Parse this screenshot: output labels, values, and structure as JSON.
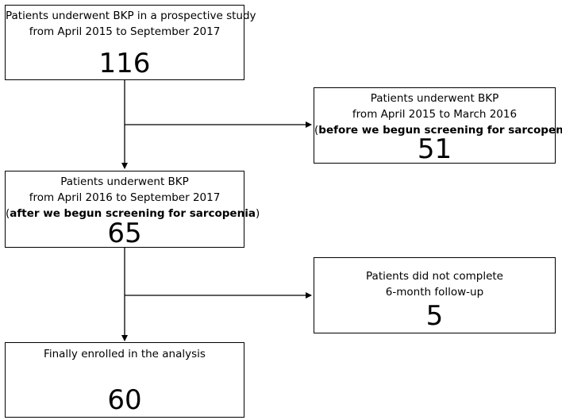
{
  "boxes": {
    "b1": {
      "line1": "Patients underwent BKP in a prospective study",
      "line2": "from April 2015 to September 2017",
      "count": "116"
    },
    "b2": {
      "line1": "Patients underwent BKP",
      "line2": "from April 2015 to March 2016",
      "paren_open": "(",
      "bold": "before we begun screening for sarcopenia",
      "paren_close": ")",
      "count": "51"
    },
    "b3": {
      "line1": "Patients underwent BKP",
      "line2": "from April 2016 to September 2017",
      "paren_open": "(",
      "bold": "after we begun screening for sarcopenia",
      "paren_close": ")",
      "count": "65"
    },
    "b4": {
      "line1": "Patients did not complete",
      "line2": "6-month follow-up",
      "count": "5"
    },
    "b5": {
      "line1": "Finally enrolled in the analysis",
      "count": "60"
    }
  }
}
